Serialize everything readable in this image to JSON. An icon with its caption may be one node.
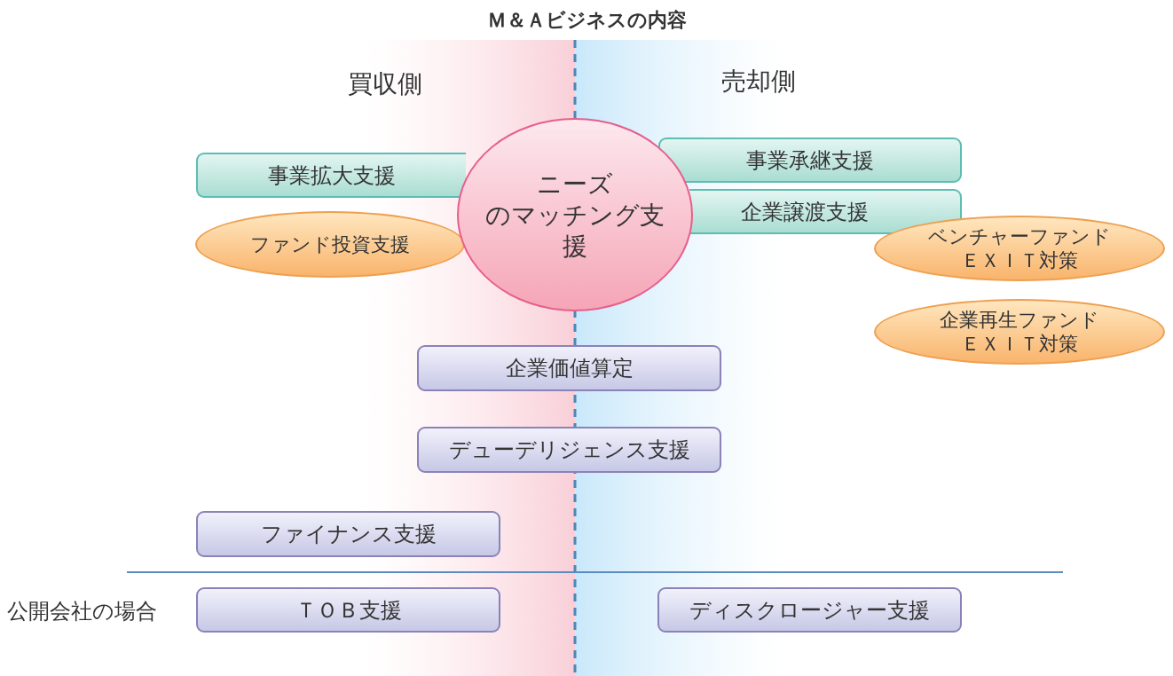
{
  "diagram": {
    "title": "Ｍ＆Ａビジネスの内容",
    "nodes": [
      {
        "text": [
          "事業拡大支援"
        ]
      },
      {
        "text": [
          "ファンド投資支援"
        ]
      },
      {
        "text": [
          "ニーズのマッチング支援"
        ]
      },
      {
        "text": [
          "事業承継支援"
        ]
      },
      {
        "text": [
          "企業譲渡支援"
        ]
      },
      {
        "text": [
          "ベンチャーファンドＥＸＩＴ対策"
        ]
      },
      {
        "text": [
          "企業再生ファンドＥＸＩＴ対策"
        ]
      },
      {
        "text": [
          "企業価値算定"
        ]
      },
      {
        "text": [
          "デューデリジェンス支援"
        ]
      },
      {
        "text": [
          "ファイナンス支援"
        ]
      },
      {
        "text": [
          "ＴＯＢ支援"
        ]
      },
      {
        "text": [
          "ディスクロージャー支援"
        ]
      }
    ],
    "labels": [
      "買収側",
      "売却側",
      "公開会社の場合"
    ]
  }
}
